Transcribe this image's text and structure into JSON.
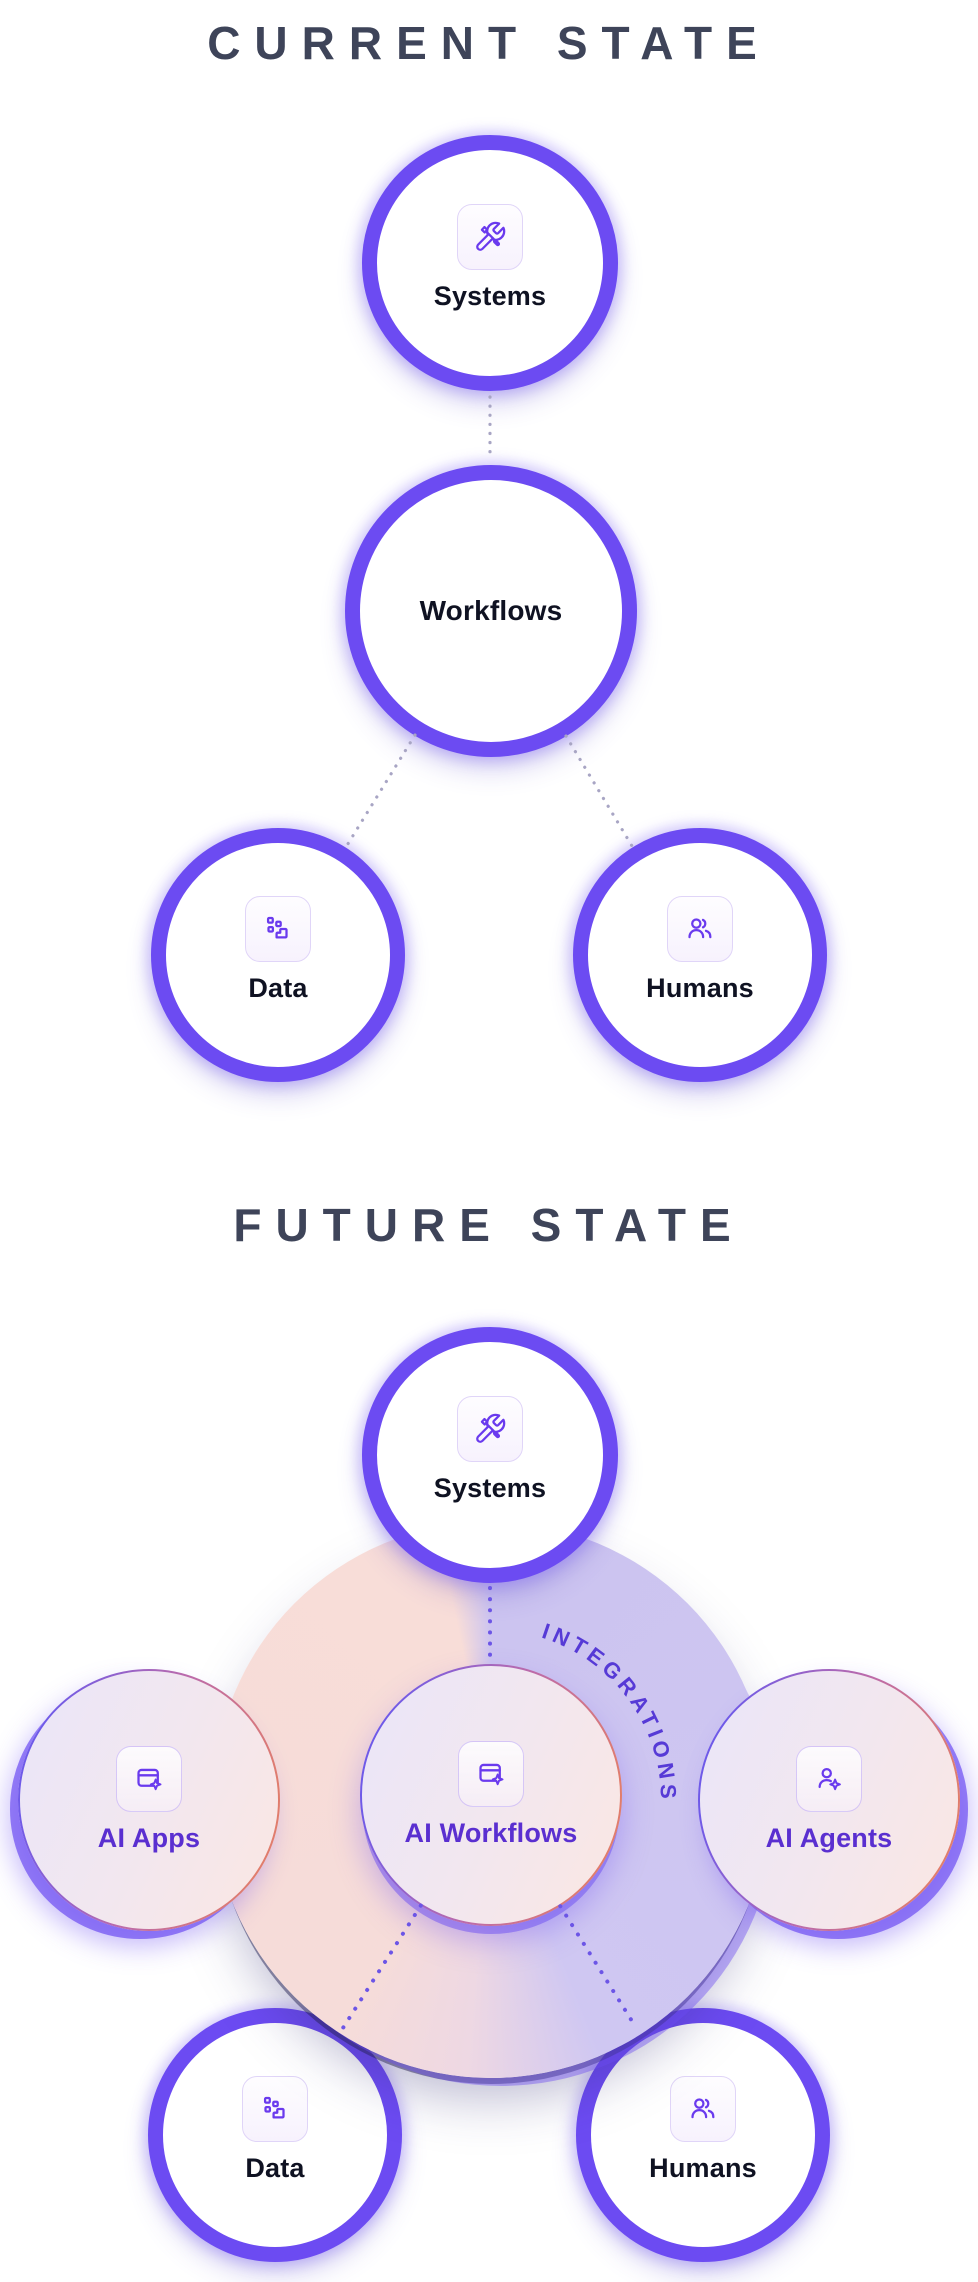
{
  "current": {
    "title": "CURRENT STATE",
    "nodes": {
      "systems": {
        "label": "Systems",
        "icon": "tools-icon"
      },
      "workflows": {
        "label": "Workflows"
      },
      "data": {
        "label": "Data",
        "icon": "data-icon"
      },
      "humans": {
        "label": "Humans",
        "icon": "people-icon"
      }
    }
  },
  "future": {
    "title": "FUTURE STATE",
    "ring_label": "INTEGRATIONS",
    "nodes": {
      "systems": {
        "label": "Systems",
        "icon": "tools-icon"
      },
      "ai_apps": {
        "label": "AI Apps",
        "icon": "window-sparkle-icon"
      },
      "ai_workflows": {
        "label": "AI Workflows",
        "icon": "window-sparkle-icon"
      },
      "ai_agents": {
        "label": "AI Agents",
        "icon": "person-sparkle-icon"
      },
      "data": {
        "label": "Data",
        "icon": "data-icon"
      },
      "humans": {
        "label": "Humans",
        "icon": "people-icon"
      }
    }
  },
  "colors": {
    "ring_purple": "#6C4BF2",
    "icon_purple": "#6A3AEE",
    "accent_text_purple": "#5A2FD0",
    "integrations_text": "#563AD6",
    "title_color": "#3E4459",
    "label_dark": "#0F1222",
    "disc_pink": "#F8DDD8",
    "disc_lavender": "#CCC4F0",
    "connector_gray": "#A8A5C4",
    "connector_purple": "#6C55E6"
  }
}
